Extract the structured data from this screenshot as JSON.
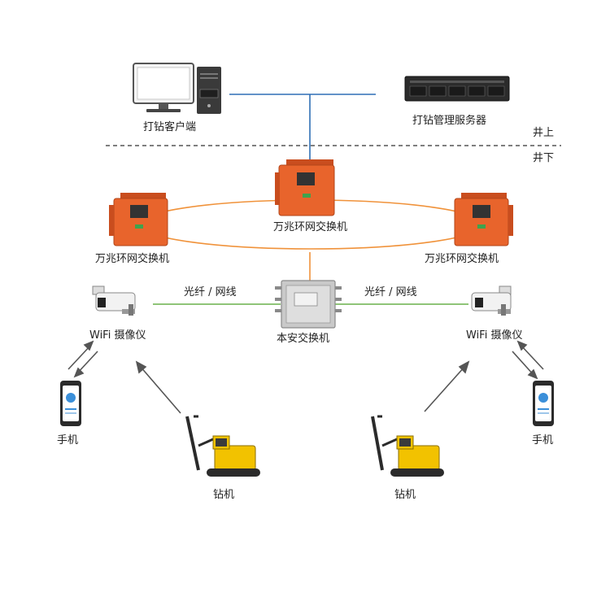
{
  "labels": {
    "client": "打钻客户端",
    "server": "打钻管理服务器",
    "above": "井上",
    "below": "井下",
    "switch_top": "万兆环网交换机",
    "switch_left": "万兆环网交换机",
    "switch_right": "万兆环网交换机",
    "link_left": "光纤 / 网线",
    "link_right": "光纤 / 网线",
    "safe_switch": "本安交换机",
    "camera_left": "WiFi 摄像仪",
    "camera_right": "WiFi 摄像仪",
    "phone_left": "手机",
    "phone_right": "手机",
    "drill_left": "钻机",
    "drill_right": "钻机"
  },
  "colors": {
    "network_line": "#2f6fb5",
    "ring_line": "#f0923a",
    "fiber_line": "#6ab04c",
    "switch_body": "#e8642c",
    "drill_body": "#f2c200",
    "divider": "#333333"
  }
}
